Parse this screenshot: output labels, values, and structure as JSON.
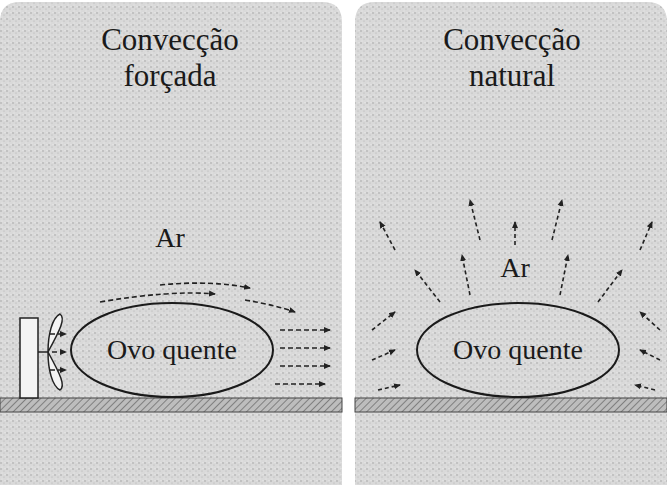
{
  "diagram": {
    "nodes": [
      {
        "text": [
          "Ovo quente"
        ]
      },
      {
        "text": [
          "Ovo quente"
        ]
      }
    ],
    "labels": [
      "Convecção forçada",
      "Ar",
      "Convecção natural",
      "Ar"
    ]
  }
}
